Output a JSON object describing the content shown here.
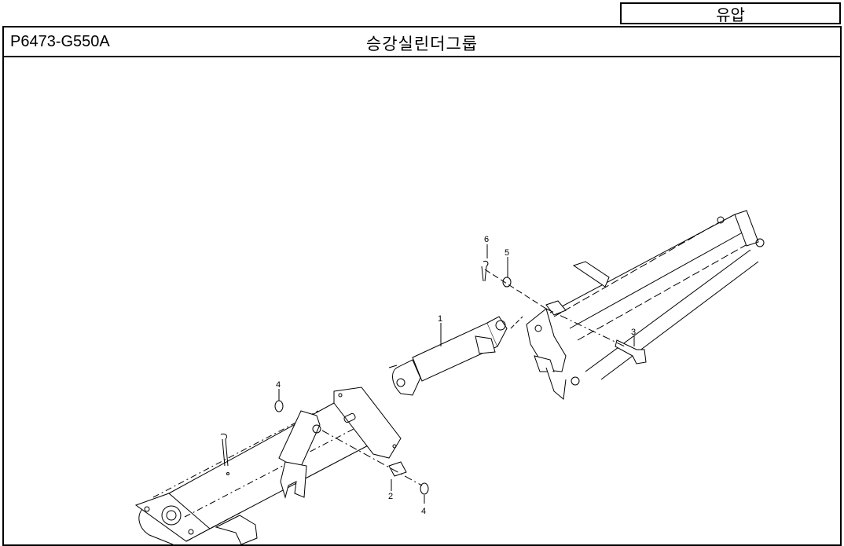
{
  "header": {
    "category": "유압",
    "part_code": "P6473-G550A",
    "group_title": "승강실린더그룹"
  },
  "callouts": [
    {
      "id": "callout-1",
      "label": "1"
    },
    {
      "id": "callout-2",
      "label": "2"
    },
    {
      "id": "callout-3",
      "label": "3"
    },
    {
      "id": "callout-4a",
      "label": "4"
    },
    {
      "id": "callout-4b",
      "label": "4"
    },
    {
      "id": "callout-5",
      "label": "5"
    },
    {
      "id": "callout-6",
      "label": "6"
    }
  ]
}
